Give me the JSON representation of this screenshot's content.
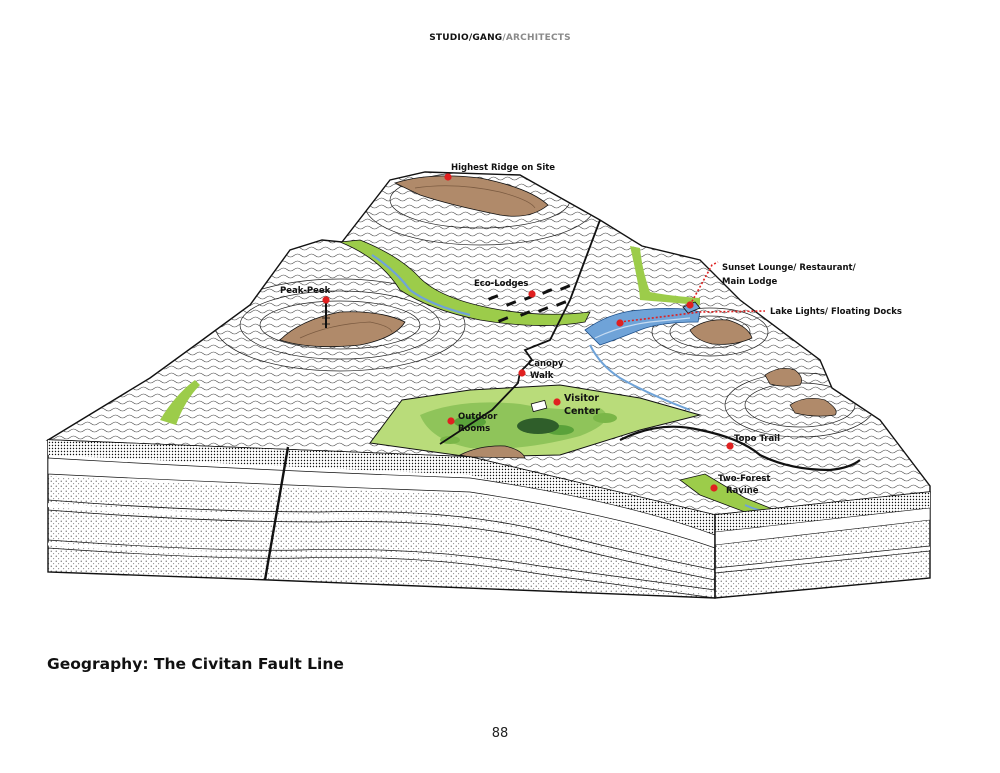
{
  "header": {
    "studio": "STUDIO",
    "sep1": "/",
    "gang": "GANG",
    "sep2": "/",
    "architects": "ARCHITECTS"
  },
  "labels": {
    "highest_ridge": "Highest Ridge on Site",
    "peak_peek": "Peak-Peek",
    "eco_lodges": "Eco-Lodges",
    "sunset_lounge_1": "Sunset Lounge/ Restaurant/",
    "sunset_lounge_2": "Main Lodge",
    "lake_lights": "Lake Lights/ Floating Docks",
    "canopy_1": "Canopy",
    "canopy_2": "Walk",
    "visitor_1": "Visitor",
    "visitor_2": "Center",
    "outdoor_1": "Outdoor",
    "outdoor_2": "Rooms",
    "topo_trail": "Topo Trail",
    "two_forest_1": "Two-Forest",
    "two_forest_2": "Ravine"
  },
  "caption": "Geography: The Civitan Fault Line",
  "page_number": "88",
  "colors": {
    "marker": "#e02020",
    "peak": "#b08a6a",
    "green": "#9ccc4a",
    "dark_green": "#5aa23a",
    "water": "#6fa3d8",
    "outline": "#111111"
  }
}
